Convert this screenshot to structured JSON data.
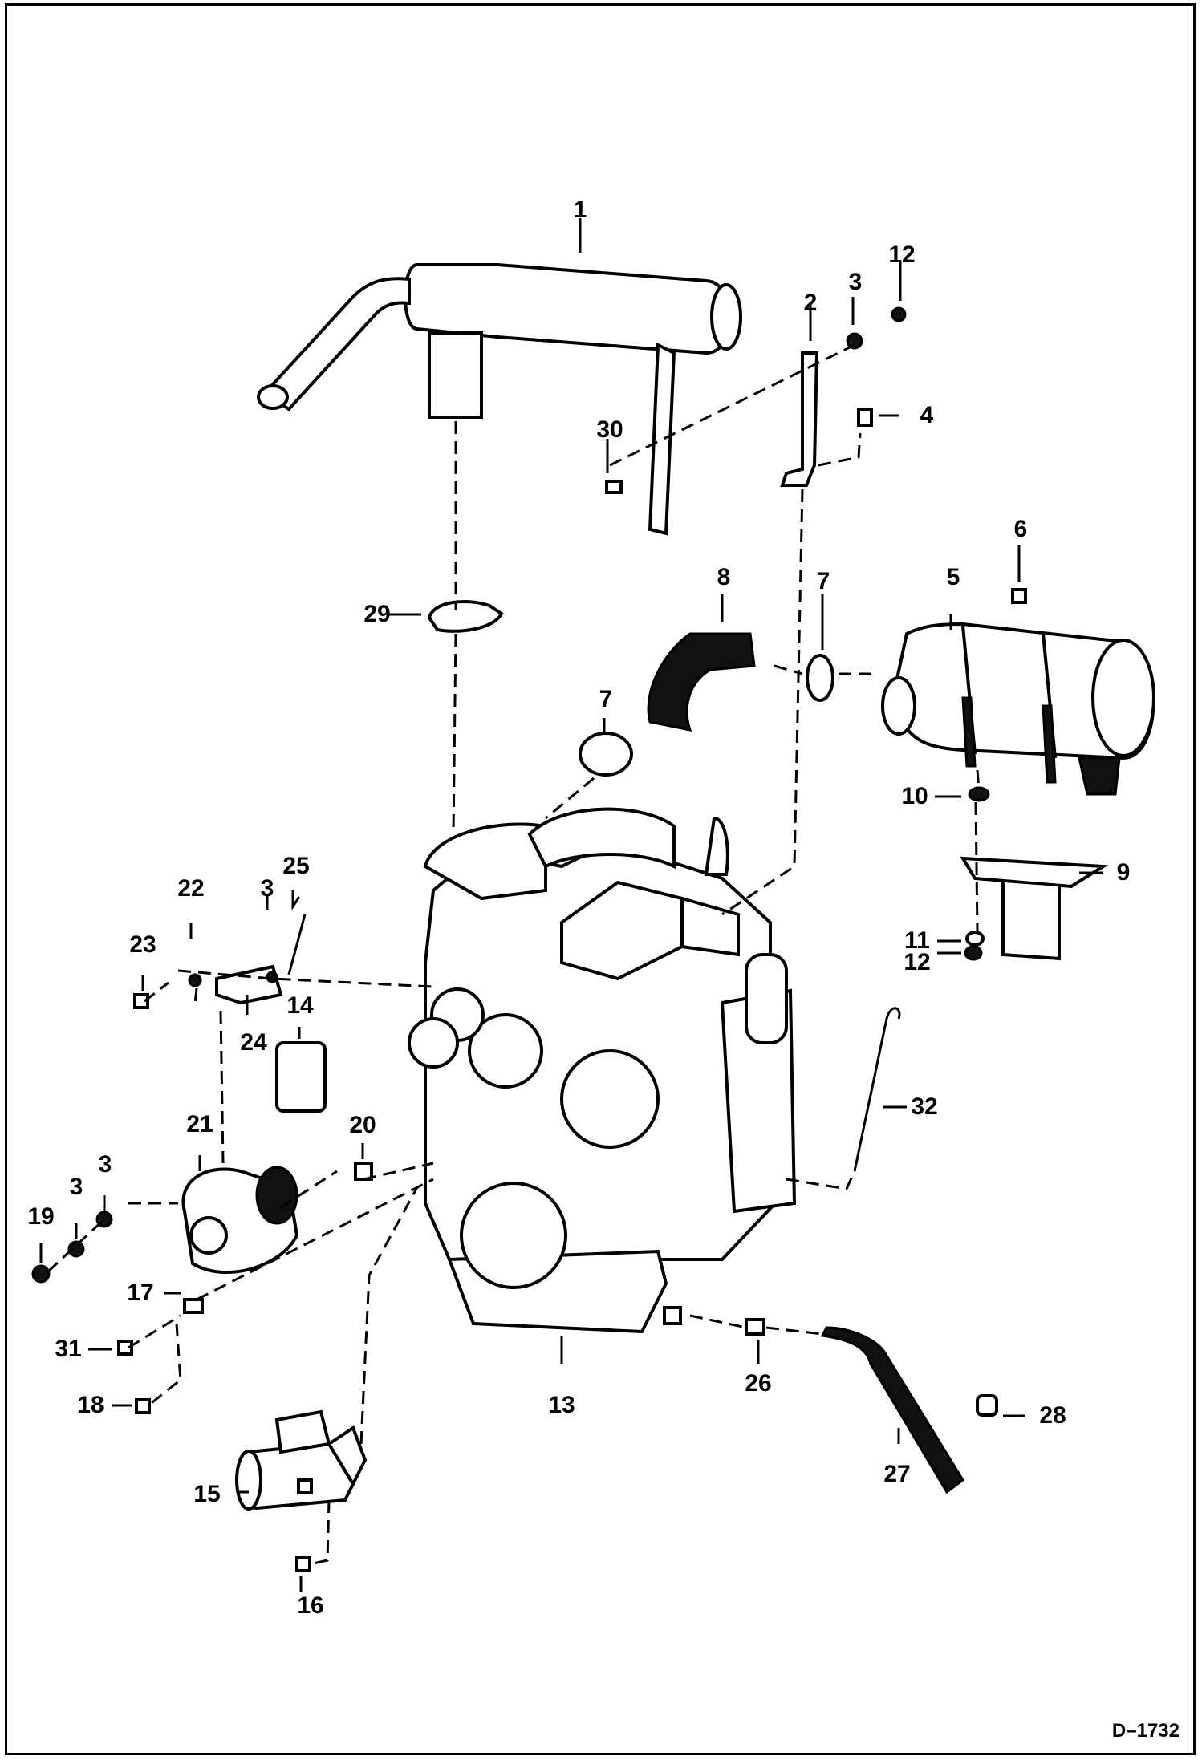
{
  "drawing_id": "D–1732",
  "callouts": [
    "1",
    "2",
    "3",
    "4",
    "5",
    "6",
    "7",
    "8",
    "9",
    "10",
    "11",
    "12",
    "13",
    "14",
    "15",
    "16",
    "17",
    "18",
    "19",
    "20",
    "21",
    "22",
    "23",
    "24",
    "25",
    "26",
    "27",
    "28",
    "29",
    "30",
    "31",
    "32"
  ],
  "labels": {
    "c1": "1",
    "c2": "2",
    "c3a": "3",
    "c3b": "3",
    "c3c": "3",
    "c3d": "3",
    "c4": "4",
    "c5": "5",
    "c6": "6",
    "c7a": "7",
    "c7b": "7",
    "c8": "8",
    "c9": "9",
    "c10": "10",
    "c11": "11",
    "c12a": "12",
    "c12b": "12",
    "c13": "13",
    "c14": "14",
    "c15": "15",
    "c16": "16",
    "c17": "17",
    "c18": "18",
    "c19": "19",
    "c20": "20",
    "c21": "21",
    "c22": "22",
    "c23": "23",
    "c24": "24",
    "c25": "25",
    "c26": "26",
    "c27": "27",
    "c28": "28",
    "c29": "29",
    "c30": "30",
    "c31": "31",
    "c32": "32"
  }
}
